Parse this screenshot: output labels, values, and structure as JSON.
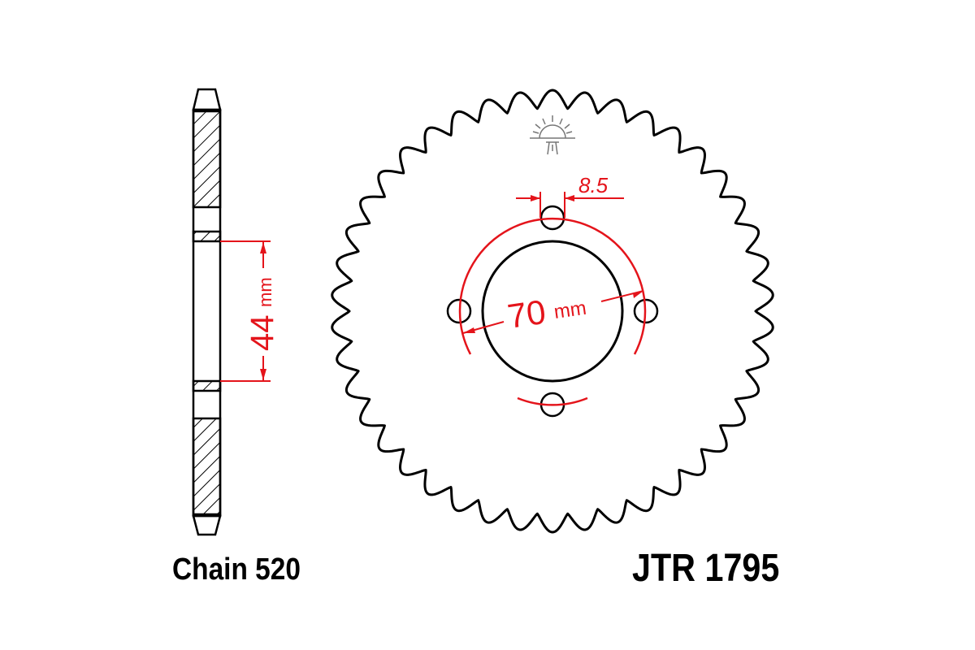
{
  "labels": {
    "chain": "Chain 520",
    "part_number": "JTR 1795"
  },
  "dimensions": {
    "bolt_hole_diameter": "8.5",
    "bolt_circle_value": "70",
    "bolt_circle_unit": "mm",
    "side_width_value": "44",
    "side_width_unit": "mm"
  },
  "sprocket": {
    "teeth": 42,
    "bolt_holes": 4
  },
  "colors": {
    "outline": "#000000",
    "dimension": "#e4141b",
    "logo": "#777777",
    "background": "#ffffff"
  }
}
